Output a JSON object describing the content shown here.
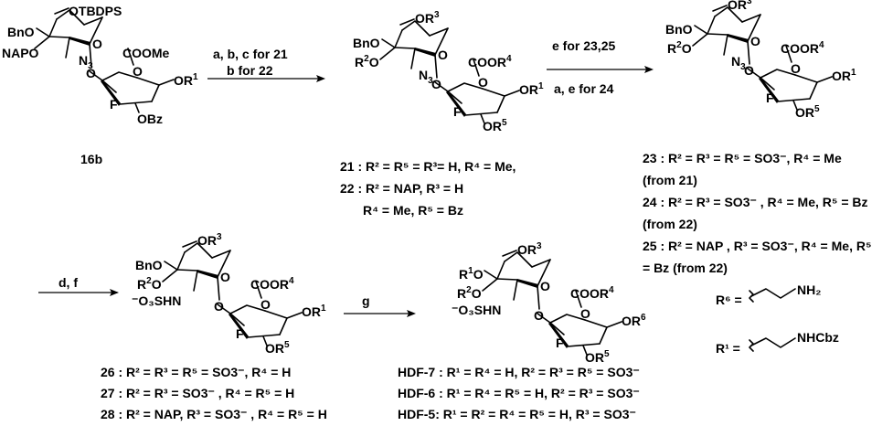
{
  "colors": {
    "ink": "#000000",
    "background": "#ffffff"
  },
  "arrows": {
    "a1_top": "a, b, c for 21",
    "a1_bottom": "b for 22",
    "a2_top": "e for 23,25",
    "a2_bottom": "a, e for 24",
    "a3_top": "d, f",
    "a4_top": "g"
  },
  "compound_16b": {
    "id": "16b",
    "labels": [
      "OTBDPS",
      "BnO",
      "NAPO",
      "N",
      "3",
      "COOMe",
      "F",
      "OR",
      "1",
      "OBz",
      "O",
      "O",
      "O"
    ]
  },
  "compound_21_22": {
    "labels": [
      "OR",
      "3",
      "BnO",
      "R",
      "2",
      "O",
      "N",
      "3",
      "COOR",
      "4",
      "F",
      "OR",
      "1",
      "OR",
      "5",
      "O",
      "O",
      "O"
    ],
    "note_21": "21 : R² = R⁵ = R³= H, R⁴ = Me,",
    "note_22a": "22 :  R² = NAP, R³ = H",
    "note_22b": "R⁴ = Me, R⁵ = Bz"
  },
  "compound_23_25": {
    "labels": [
      "OR",
      "3",
      "BnO",
      "R",
      "2",
      "O",
      "N",
      "3",
      "COOR",
      "4",
      "F",
      "OR",
      "1",
      "OR",
      "5",
      "O",
      "O",
      "O"
    ],
    "note_23a": "23 : R² = R³ =  R⁵ = SO3⁻, R⁴ = Me",
    "note_23b": "(from 21)",
    "note_24a": "24 : R² = R³ = SO3⁻ , R⁴ = Me, R⁵ = Bz",
    "note_24b": "(from 22)",
    "note_25a": "25 : R² = NAP , R³ = SO3⁻, R⁴ = Me, R⁵",
    "note_25b": "= Bz (from 22)"
  },
  "compound_26_28": {
    "labels": [
      "OR",
      "3",
      "BnO",
      "R",
      "2",
      "O",
      "⁻O₃SHN",
      "COOR",
      "4",
      "F",
      "OR",
      "1",
      "OR",
      "5",
      "O",
      "O",
      "O"
    ],
    "note_26": "26 : R² = R³ = R⁵ = SO3⁻, R⁴ = H",
    "note_27": "27 : R² = R³ = SO3⁻ , R⁴ = R⁵ = H",
    "note_28": "28 : R² = NAP, R³ = SO3⁻ , R⁴ = R⁵ = H"
  },
  "compound_hdf": {
    "labels": [
      "OR",
      "3",
      "R",
      "1",
      "O",
      "R",
      "2",
      "O",
      "⁻O₃SHN",
      "COOR",
      "4",
      "F",
      "OR",
      "6",
      "OR",
      "5",
      "O",
      "O",
      "O"
    ],
    "note_hdf7": "HDF-7 : R¹ = R⁴ = H,  R² = R³ =  R⁵ = SO3⁻",
    "note_hdf6": "HDF-6 : R¹ = R⁴ = R⁵ = H, R² = R³ = SO3⁻",
    "note_hdf5": "HDF-5: R¹ = R² = R⁴ = R⁵ = H, R³ = SO3⁻"
  },
  "substituents": {
    "r6_label": "R⁶ =",
    "r6_group": "NH₂",
    "r1_label": "R¹ =",
    "r1_group": "NHCbz"
  }
}
